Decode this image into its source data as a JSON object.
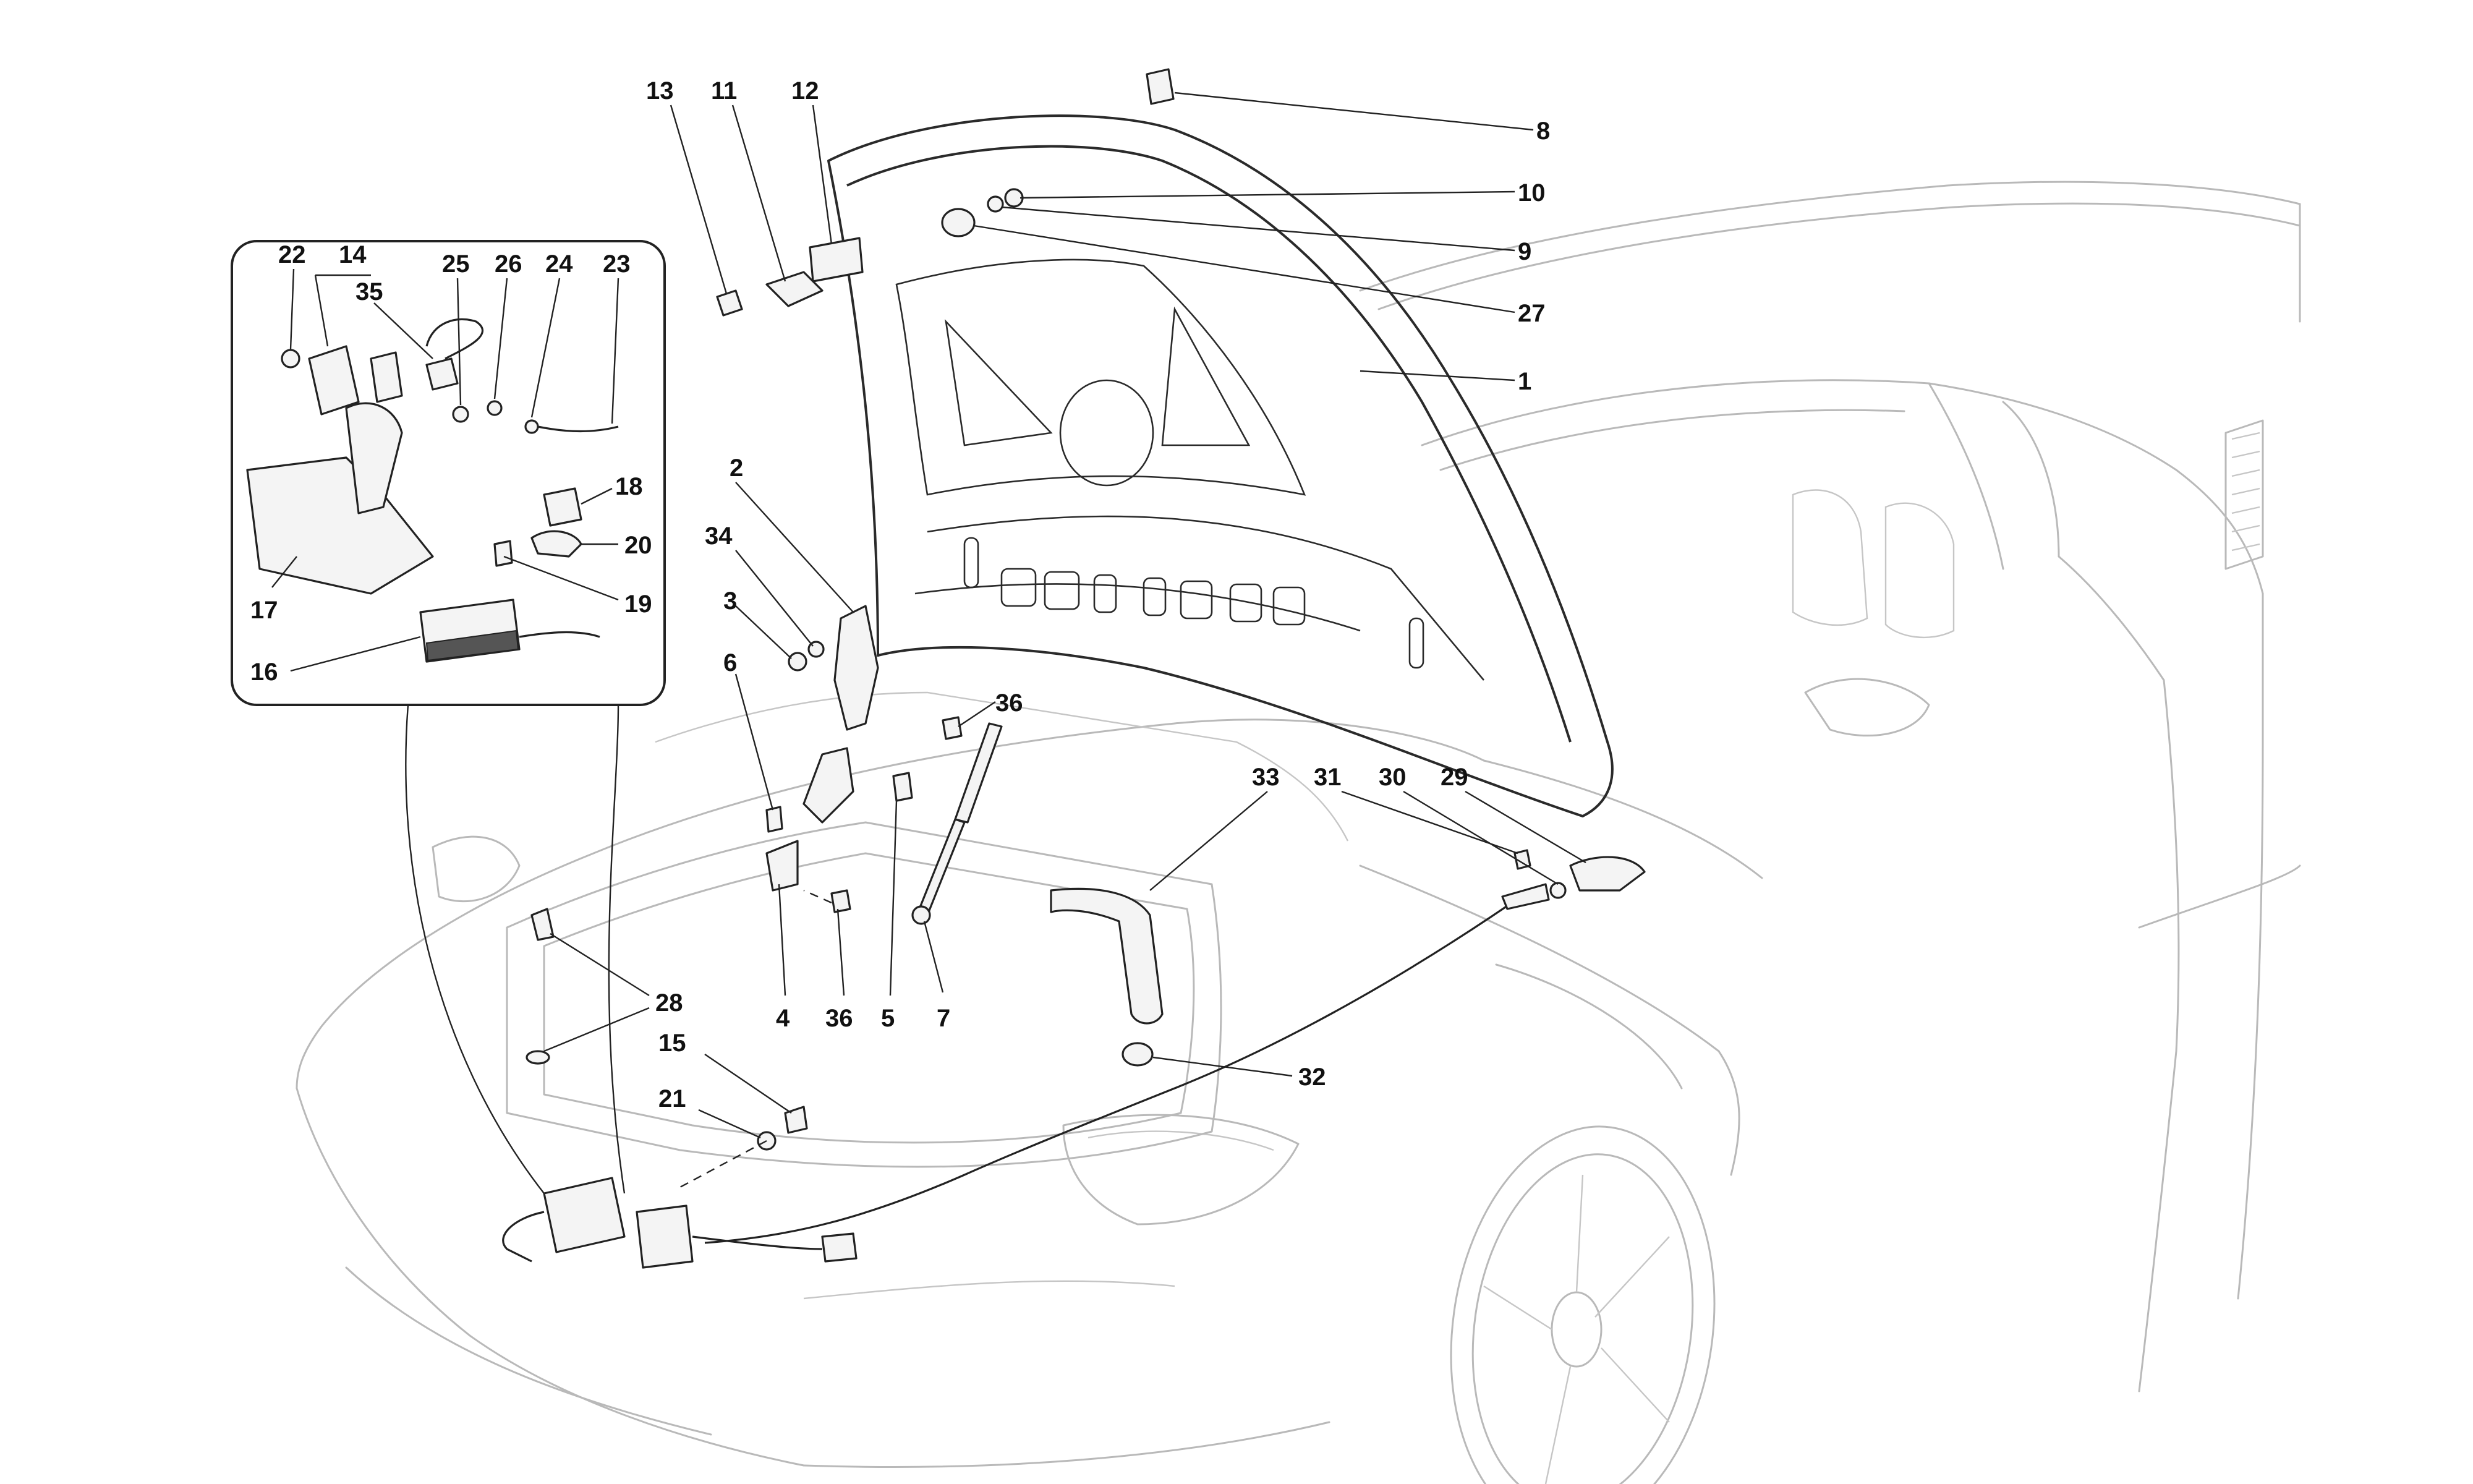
{
  "diagram": {
    "callouts": [
      {
        "id": "c1",
        "text": "1"
      },
      {
        "id": "c2",
        "text": "2"
      },
      {
        "id": "c3",
        "text": "3"
      },
      {
        "id": "c4",
        "text": "4"
      },
      {
        "id": "c5",
        "text": "5"
      },
      {
        "id": "c6",
        "text": "6"
      },
      {
        "id": "c7",
        "text": "7"
      },
      {
        "id": "c8",
        "text": "8"
      },
      {
        "id": "c9",
        "text": "9"
      },
      {
        "id": "c10",
        "text": "10"
      },
      {
        "id": "c11",
        "text": "11"
      },
      {
        "id": "c12",
        "text": "12"
      },
      {
        "id": "c13",
        "text": "13"
      },
      {
        "id": "c14",
        "text": "14"
      },
      {
        "id": "c15",
        "text": "15"
      },
      {
        "id": "c16",
        "text": "16"
      },
      {
        "id": "c17",
        "text": "17"
      },
      {
        "id": "c18",
        "text": "18"
      },
      {
        "id": "c19",
        "text": "19"
      },
      {
        "id": "c20",
        "text": "20"
      },
      {
        "id": "c21",
        "text": "21"
      },
      {
        "id": "c22",
        "text": "22"
      },
      {
        "id": "c23",
        "text": "23"
      },
      {
        "id": "c24",
        "text": "24"
      },
      {
        "id": "c25",
        "text": "25"
      },
      {
        "id": "c26",
        "text": "26"
      },
      {
        "id": "c27",
        "text": "27"
      },
      {
        "id": "c28",
        "text": "28"
      },
      {
        "id": "c29",
        "text": "29"
      },
      {
        "id": "c30",
        "text": "30"
      },
      {
        "id": "c31",
        "text": "31"
      },
      {
        "id": "c32",
        "text": "32"
      },
      {
        "id": "c33",
        "text": "33"
      },
      {
        "id": "c34",
        "text": "34"
      },
      {
        "id": "c35",
        "text": "35"
      },
      {
        "id": "c36a",
        "text": "36"
      },
      {
        "id": "c36b",
        "text": "36"
      }
    ]
  }
}
